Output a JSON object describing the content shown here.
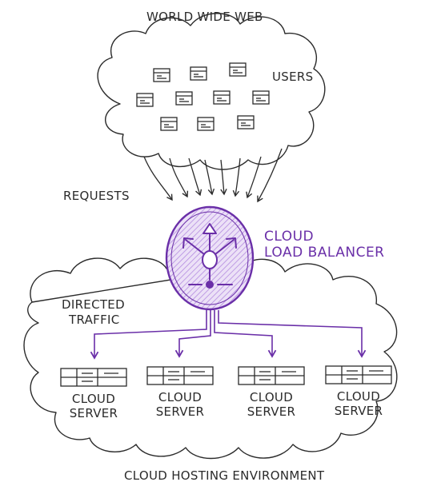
{
  "diagram": {
    "top_cloud_title": "WORLD WIDE WEB",
    "users_label": "USERS",
    "requests_label": "REQUESTS",
    "balancer_line1": "CLOUD",
    "balancer_line2": "LOAD BALANCER",
    "directed_line1": "DIRECTED",
    "directed_line2": "TRAFFIC",
    "servers": [
      {
        "line1": "CLOUD",
        "line2": "SERVER"
      },
      {
        "line1": "CLOUD",
        "line2": "SERVER"
      },
      {
        "line1": "CLOUD",
        "line2": "SERVER"
      },
      {
        "line1": "CLOUD",
        "line2": "SERVER"
      }
    ],
    "bottom_cloud_title": "CLOUD HOSTING ENVIRONMENT"
  },
  "colors": {
    "ink": "#2b2b2b",
    "accent": "#6a2fa8",
    "accent_fill": "#e9dcf5"
  },
  "icons": [
    "user-browser-icon",
    "load-balancer-icon",
    "server-icon",
    "cloud-icon",
    "arrow-icon"
  ]
}
